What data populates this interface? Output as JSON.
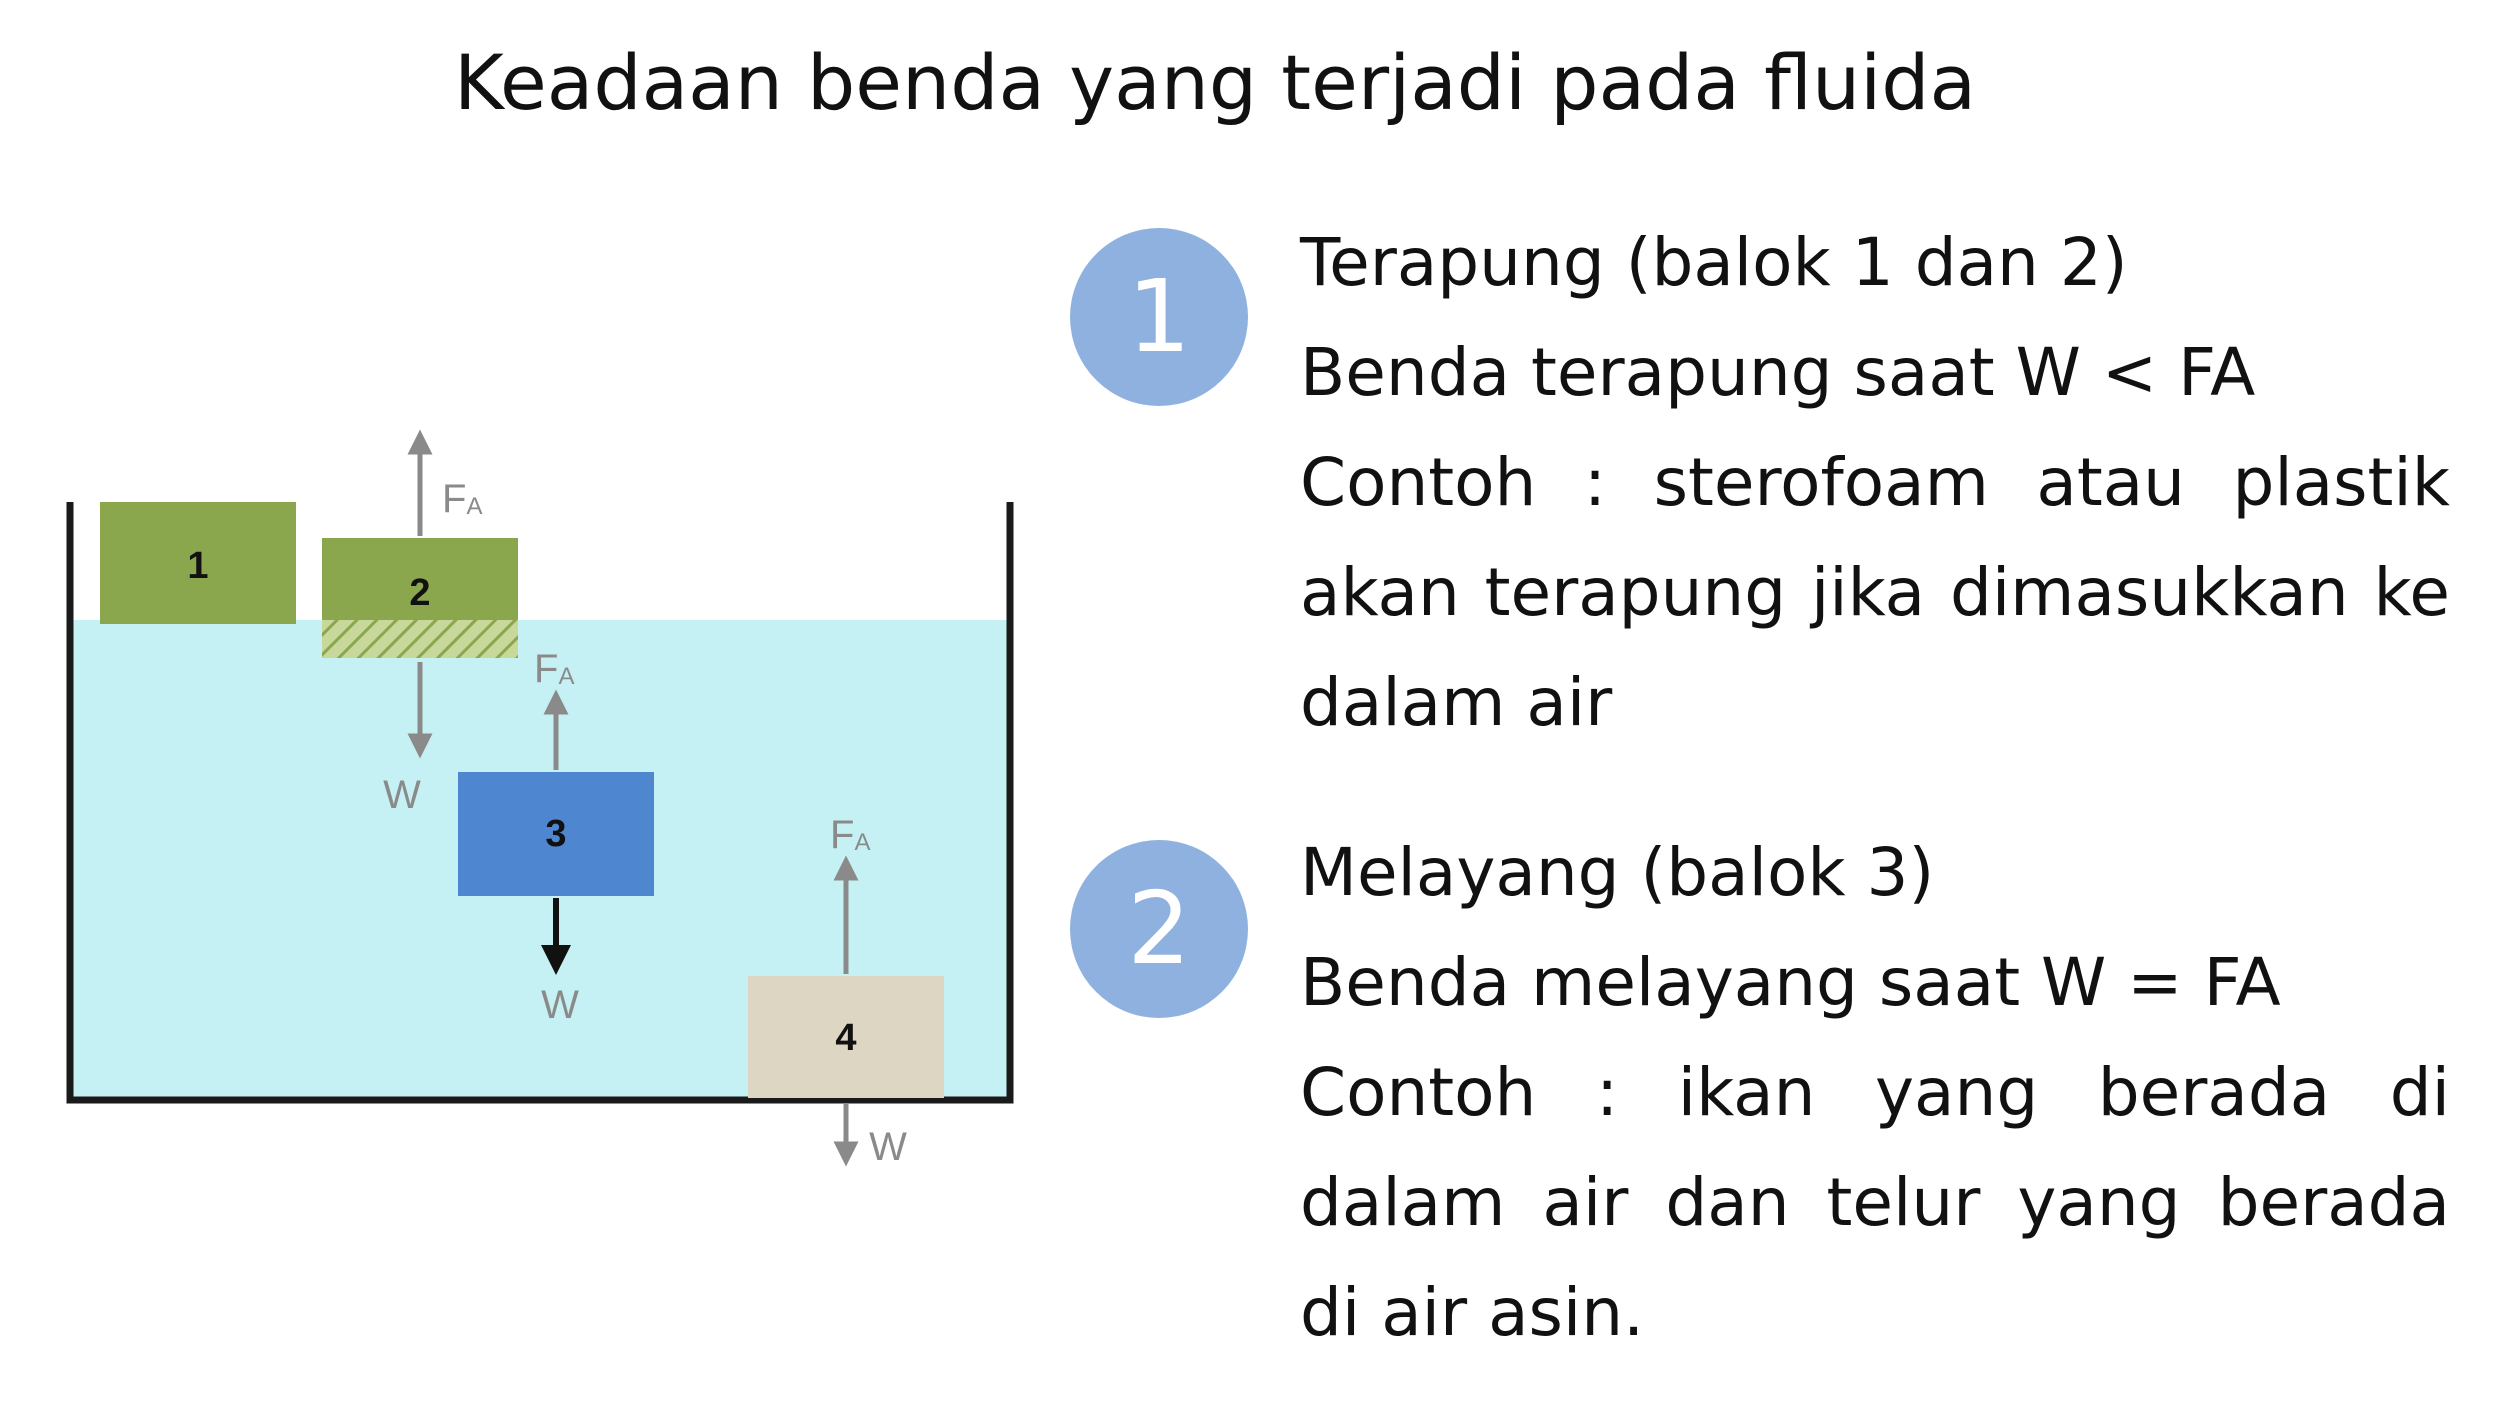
{
  "title": "Keadaan benda yang terjadi pada fluida",
  "diagram": {
    "blocks": [
      "1",
      "2",
      "3",
      "4"
    ],
    "force_labels": {
      "buoyant_main": "F",
      "buoyant_sub": "A",
      "weight": "W"
    },
    "colors": {
      "water": "#c6f1f4",
      "block_1_2": "#8aa74e",
      "block_3": "#4e86d0",
      "block_4": "#ddd6c2",
      "arrow": "#8a8a8a",
      "arrow_dark": "#111111",
      "container": "#1a1a1a"
    }
  },
  "items": [
    {
      "number": "1",
      "heading": "Terapung (balok 1 dan 2)",
      "condition": "Benda terapung saat W < FA",
      "example": "Contoh : sterofoam atau plastik akan terapung jika dimasukkan ke dalam air"
    },
    {
      "number": "2",
      "heading": "Melayang (balok 3)",
      "condition": "Benda melayang saat W = FA",
      "example": "Contoh : ikan yang berada di dalam air dan telur yang berada di air asin."
    }
  ],
  "colors": {
    "badge": "#8fb1df",
    "text": "#111111"
  }
}
